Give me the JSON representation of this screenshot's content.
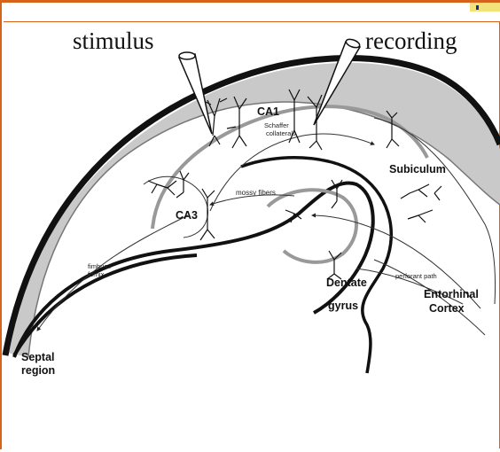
{
  "callouts": {
    "stimulus": "stimulus",
    "recording": "recording"
  },
  "regions": {
    "ca1": "CA1",
    "ca3": "CA3",
    "subiculum": "Subiculum",
    "dentate": "Dentate",
    "gyrus": "gyrus",
    "entorhinal": "Entorhinal",
    "cortex": "Cortex",
    "septal": "Septal",
    "region": "region"
  },
  "pathways": {
    "schaffer": "Schaffer",
    "collaterals": "collaterals",
    "mossy_fibers": "mossy fibers",
    "fimbria": "fimbria /",
    "fornix": "fornix",
    "perforant_path": "perforant path"
  },
  "colors": {
    "frame_accent": "#d6631a",
    "corner_mark": "#f2e27a",
    "shading": "#c9c9c9",
    "ink": "#111111"
  }
}
